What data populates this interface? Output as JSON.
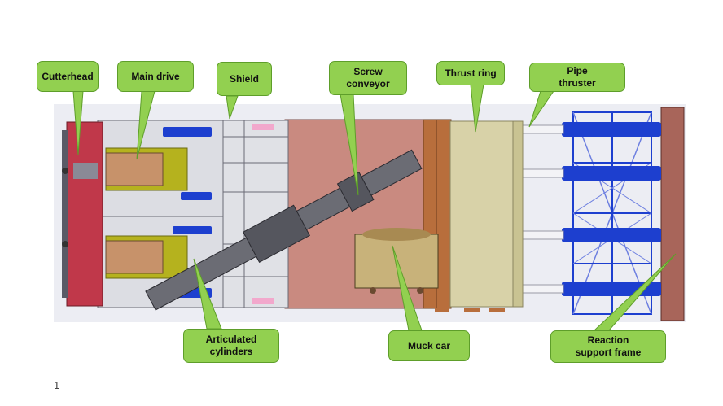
{
  "labels": {
    "cutterhead": "Cutterhead",
    "main_drive": "Main drive",
    "shield": "Shield",
    "screw_conveyor": "Screw\nconveyor",
    "thrust_ring": "Thrust ring",
    "pipe_thruster": "Pipe\nthruster",
    "articulated_cylinders": "Articulated\ncylinders",
    "muck_car": "Muck car",
    "reaction_support_frame": "Reaction\nsupport frame"
  },
  "page_number": "1",
  "colors": {
    "callout_fill": "#92d050",
    "callout_border": "#5e9e2a",
    "shield_body": "#c98a80",
    "thrust_ring": "#d8d2a8",
    "cutterhead": "#c0384a",
    "cylinders": "#1d3fcf",
    "drive": "#b5b21e"
  }
}
